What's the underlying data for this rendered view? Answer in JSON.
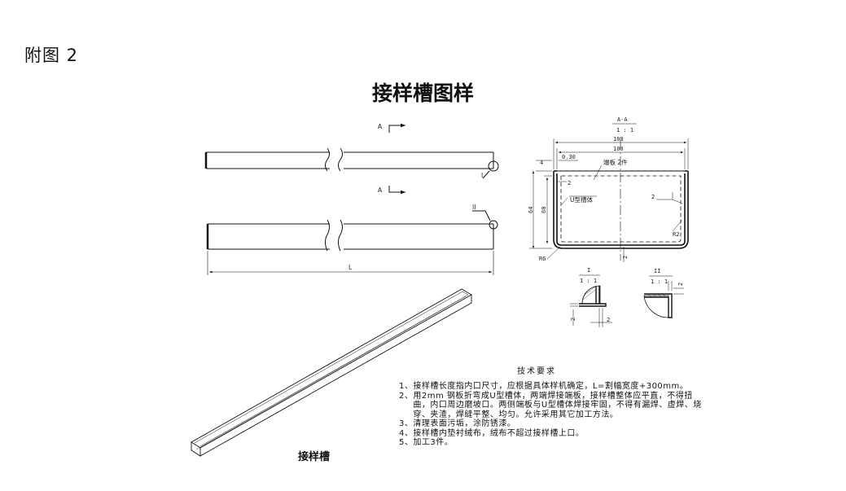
{
  "figure_label": "附图 2",
  "title": "接样槽图样",
  "isometric_caption": "接样槽",
  "drawing": {
    "section_arrow_label_top": "A",
    "section_arrow_label_bottom": "A",
    "detail_ref_I": "I",
    "detail_ref_II": "II",
    "length_label": "L",
    "section_view": {
      "title_top": "A-A",
      "title_bottom": "1 : 1",
      "dim_outer_width": "108",
      "dim_inner_width": "100",
      "dim_offset": "0.30",
      "dim_left_small": "4",
      "dim_inner_height": "60",
      "dim_outer_height": "64",
      "callout_end_plate": "端板 2件",
      "callout_u_body": "U型槽体",
      "callout_weld_size": "2",
      "callout_weld_mark": "2",
      "dim_bottom": "2",
      "radius_inner": "R2",
      "radius_outer": "R6"
    },
    "detail_I": {
      "title_top": "I",
      "title_bottom": "1 : 1",
      "dim_a": "2",
      "dim_b": "2"
    },
    "detail_II": {
      "title_top": "II",
      "title_bottom": "1 : 1",
      "dim_a": "2"
    }
  },
  "tech_requirements": {
    "heading": "技术要求",
    "items": [
      {
        "num": "1、",
        "text": "接样槽长度指内口尺寸，应根据具体样机确定，L=割幅宽度+300mm。"
      },
      {
        "num": "2、",
        "text": "用2mm 钢板折弯成U型槽体，两端焊接端板，接样槽整体应平直，不得扭曲，内口周边磨坡口。两侧端板与U型槽体焊接牢固，不得有漏焊、虚焊、烧穿、夹渣，焊缝平整、均匀。允许采用其它加工方法。"
      },
      {
        "num": "3、",
        "text": "清理表面污垢，涂防锈漆。"
      },
      {
        "num": "4、",
        "text": "接样槽内垫衬绒布，绒布不超过接样槽上口。"
      },
      {
        "num": "5、",
        "text": "加工3件。"
      }
    ]
  }
}
